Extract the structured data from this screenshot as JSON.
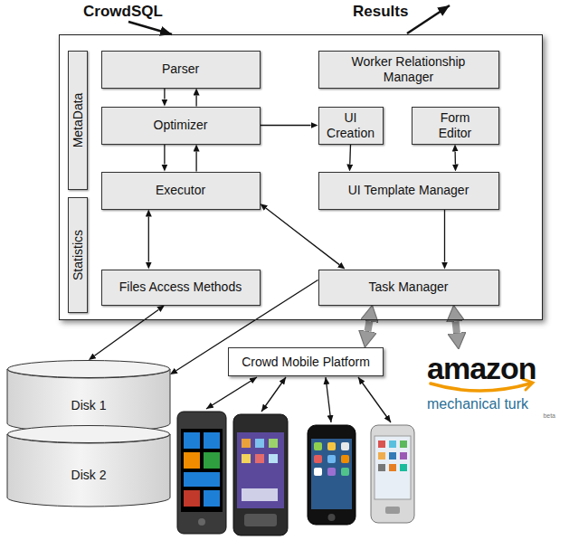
{
  "diagram": {
    "nodes": [
      {
        "text": []
      },
      {
        "text": [
          "MetaData"
        ],
        "in": 0
      },
      {
        "text": [
          "Statistics"
        ],
        "in": 0
      },
      {
        "text": [
          "Parser"
        ],
        "in": 0
      },
      {
        "text": [
          "Worker Relationship Manager"
        ],
        "in": 0
      },
      {
        "text": [
          "Optimizer"
        ],
        "in": 0
      },
      {
        "text": [
          "UI Creation"
        ],
        "in": 0
      },
      {
        "text": [
          "Form Editor"
        ],
        "in": 0
      },
      {
        "text": [
          "Executor"
        ],
        "in": 0
      },
      {
        "text": [
          "UI Template Manager"
        ],
        "in": 0
      },
      {
        "text": [
          "Files Access Methods"
        ],
        "in": 0
      },
      {
        "text": [
          "Task Manager"
        ],
        "in": 0
      },
      {
        "text": [
          "Disk 1"
        ]
      },
      {
        "text": [
          "Disk 2"
        ]
      },
      {
        "text": [
          "Crowd Mobile Platform"
        ]
      },
      {
        "text": [
          "amazon",
          "mechanical turk",
          "beta"
        ]
      }
    ],
    "edges": [
      {
        "from": 3,
        "to": 5,
        "arrow": "to"
      },
      {
        "from": 5,
        "to": 3,
        "arrow": "to"
      },
      {
        "from": 5,
        "to": 8,
        "arrow": "to"
      },
      {
        "from": 8,
        "to": 5,
        "arrow": "to"
      },
      {
        "from": 5,
        "to": 6,
        "arrow": "to"
      },
      {
        "from": 6,
        "to": 9,
        "arrow": "to"
      },
      {
        "from": 7,
        "to": 9,
        "arrow": "both"
      },
      {
        "from": 9,
        "to": 11,
        "arrow": "to"
      },
      {
        "from": 8,
        "to": 10,
        "arrow": "both"
      },
      {
        "from": 8,
        "to": 11,
        "arrow": "both"
      },
      {
        "from": 10,
        "to": 12,
        "arrow": "both"
      },
      {
        "from": 11,
        "to": 12,
        "arrow": "to"
      },
      {
        "from": 11,
        "to": 14,
        "arrow": "both"
      },
      {
        "from": 11,
        "to": 15,
        "arrow": "both"
      }
    ],
    "labels": [
      "CrowdSQL",
      "Results"
    ]
  }
}
